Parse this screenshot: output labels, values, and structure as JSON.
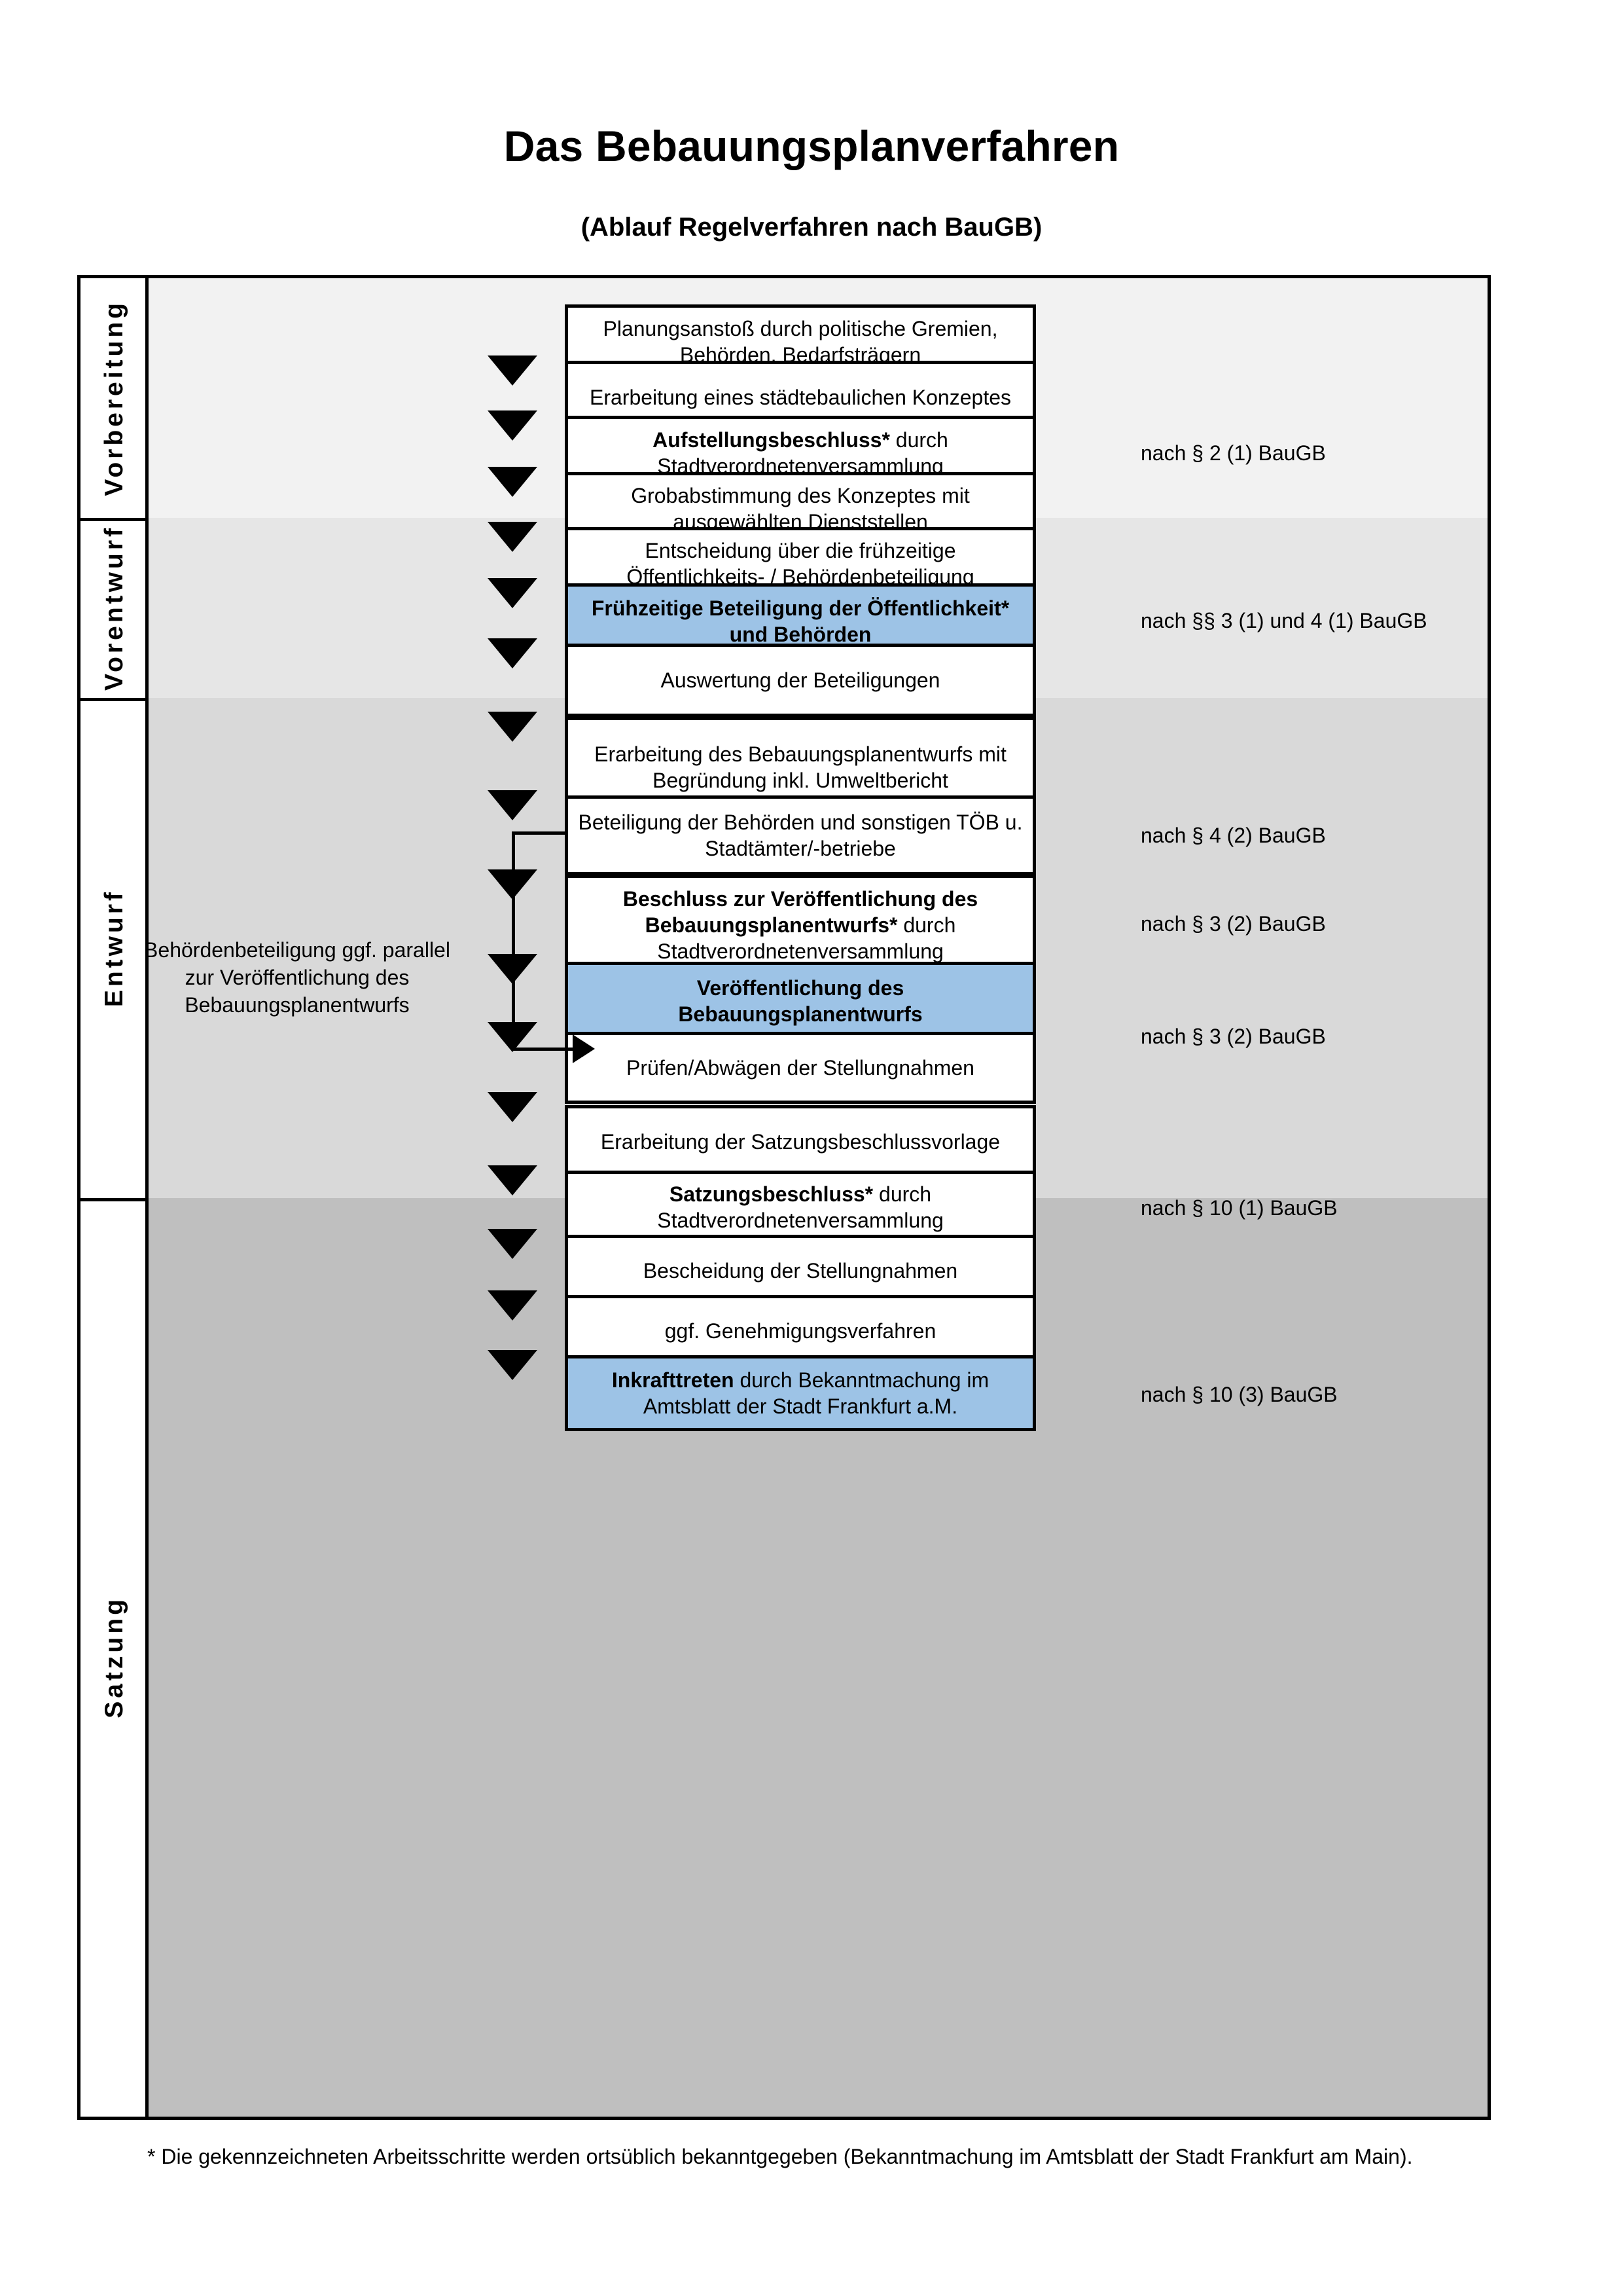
{
  "header": {
    "title": "Das Bebauungsplanverfahren",
    "subtitle": "(Ablauf Regelverfahren nach BauGB)"
  },
  "phases": [
    {
      "label": "Vorbereitung"
    },
    {
      "label": "Vorentwurf"
    },
    {
      "label": "Entwurf"
    },
    {
      "label": "Satzung"
    }
  ],
  "steps": [
    {
      "id": "planungsanstoss",
      "text": "Planungsanstoß durch politische Gremien, Behörden, Bedarfsträgern",
      "highlight": false,
      "bold": false
    },
    {
      "id": "konzept",
      "text": "Erarbeitung eines städtebaulichen Konzeptes",
      "highlight": false,
      "bold": false
    },
    {
      "id": "aufstellungsbeschluss",
      "bold_part": "Aufstellungsbeschluss*",
      "rest": " durch Stadtverordnetenversammlung",
      "highlight": false,
      "bold": true
    },
    {
      "id": "grobabstimmung",
      "text": "Grobabstimmung des Konzeptes mit ausgewählten Dienststellen",
      "highlight": false,
      "bold": false
    },
    {
      "id": "entscheidung-fruehzeitig",
      "text": "Entscheidung über die frühzeitige Öffentlichkeits- / Behördenbeteiligung",
      "highlight": false,
      "bold": false
    },
    {
      "id": "fruehzeitige-beteiligung",
      "text": "Frühzeitige Beteiligung der Öffentlichkeit* und Behörden",
      "highlight": true,
      "bold": true
    },
    {
      "id": "auswertung",
      "text": "Auswertung der Beteiligungen",
      "highlight": false,
      "bold": false
    },
    {
      "id": "erarbeitung-entwurf",
      "text": "Erarbeitung des Bebauungsplanentwurfs mit Begründung inkl. Umweltbericht",
      "highlight": false,
      "bold": false
    },
    {
      "id": "beteiligung-behoerden",
      "text": "Beteiligung der Behörden und sonstigen TÖB u. Stadtämter/-betriebe",
      "highlight": false,
      "bold": false
    },
    {
      "id": "beschluss-veroeffentlichung",
      "bold_part": "Beschluss zur Veröffentlichung des Bebauungsplanentwurfs*",
      "rest": " durch Stadtverordnetenversammlung",
      "highlight": false,
      "bold": true
    },
    {
      "id": "veroeffentlichung",
      "text": "Veröffentlichung des Bebauungsplanentwurfs",
      "highlight": true,
      "bold": true
    },
    {
      "id": "pruefen-abwaegen",
      "text": "Prüfen/Abwägen der Stellungnahmen",
      "highlight": false,
      "bold": false
    },
    {
      "id": "satzungsbeschlussvorlage",
      "text": "Erarbeitung der Satzungsbeschlussvorlage",
      "highlight": false,
      "bold": false
    },
    {
      "id": "satzungsbeschluss",
      "bold_part": "Satzungsbeschluss*",
      "rest": " durch Stadtverordnetenversammlung",
      "highlight": false,
      "bold": true
    },
    {
      "id": "bescheidung",
      "text": "Bescheidung der Stellungnahmen",
      "highlight": false,
      "bold": false
    },
    {
      "id": "genehmigungsverfahren",
      "text": "ggf. Genehmigungsverfahren",
      "highlight": false,
      "bold": false
    },
    {
      "id": "inkrafttreten",
      "bold_part": "Inkrafttreten",
      "rest": " durch Bekanntmachung im Amtsblatt der Stadt Frankfurt a.M.",
      "highlight": true,
      "bold": true
    }
  ],
  "references": [
    {
      "id": "ref-aufstellungsbeschluss",
      "text": "nach § 2 (1) BauGB"
    },
    {
      "id": "ref-fruehzeitige-beteiligung",
      "text": "nach §§ 3 (1) und 4 (1) BauGB"
    },
    {
      "id": "ref-beteiligung-behoerden",
      "text": "nach § 4 (2) BauGB"
    },
    {
      "id": "ref-beschluss-veroeffentlichung",
      "text": "nach § 3 (2) BauGB"
    },
    {
      "id": "ref-veroeffentlichung",
      "text": "nach § 3 (2) BauGB"
    },
    {
      "id": "ref-satzungsbeschluss",
      "text": "nach § 10 (1) BauGB"
    },
    {
      "id": "ref-inkrafttreten",
      "text": "nach § 10 (3) BauGB"
    }
  ],
  "side_note": {
    "text": "Behördenbeteiligung ggf. parallel zur Veröffentlichung des Bebauungsplanentwurfs"
  },
  "footnote": {
    "text": "* Die gekennzeichneten Arbeitsschritte werden ortsüblich bekanntgegeben (Bekanntmachung im Amtsblatt  der Stadt Frankfurt am Main)."
  },
  "colors": {
    "highlight_box": "#9DC3E6",
    "band_vorbereitung": "#F2F2F2",
    "band_vorentwurf": "#E6E6E6",
    "band_entwurf": "#D9D9D9",
    "band_satzung": "#BFBFBF",
    "border": "#000000"
  }
}
